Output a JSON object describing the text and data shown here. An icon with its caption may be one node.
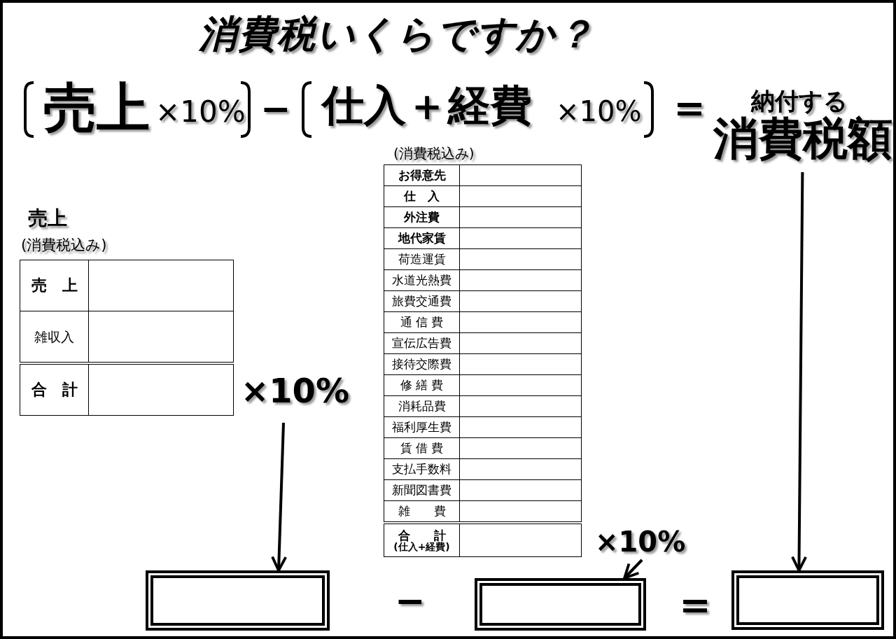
{
  "diagram": {
    "title": "消費税いくらですか？",
    "nodes": [
      {
        "text": [
          "納付する",
          "消費税額"
        ]
      },
      {
        "text": [
          "×10%"
        ]
      },
      {
        "text": [
          "×10%"
        ]
      },
      {
        "text": [],
        "shape": "box"
      },
      {
        "text": [],
        "shape": "box"
      },
      {
        "text": [],
        "shape": "box"
      }
    ],
    "edges": [
      {
        "from": 1,
        "to": 3,
        "arrow": "to"
      },
      {
        "from": 2,
        "to": 4,
        "arrow": "to"
      },
      {
        "from": 0,
        "to": 5,
        "arrow": "to"
      }
    ],
    "labels": [
      "売上",
      "×10%",
      "−",
      "仕入＋経費",
      "×10%",
      "＝",
      "(消費税込み)",
      "売上",
      "(消費税込み)",
      "売　上",
      "雑収入",
      "合　計",
      "お得意先",
      "仕　入",
      "外注費",
      "地代家賃",
      "荷造運賃",
      "水道光熱費",
      "旅費交通費",
      "通 信 費",
      "宣伝広告費",
      "接待交際費",
      "修 繕 費",
      "消耗品費",
      "福利厚生費",
      "賃 借 費",
      "支払手数料",
      "新聞図書費",
      "雑　　費",
      "合　　計",
      "(仕入+経費)",
      "−",
      "＝"
    ]
  }
}
